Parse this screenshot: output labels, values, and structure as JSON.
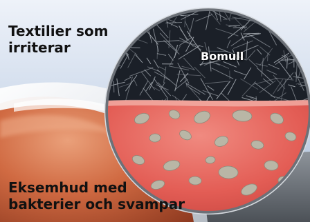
{
  "labels": {
    "textiles": "Textilier som\nirriterar",
    "cotton": "Bomull",
    "eczema": "Eksemhud med\nbakterier och svampar"
  },
  "colors": {
    "sky_top": "#e9eef7",
    "sky_bottom": "#a9bdd6",
    "skin": "#c45b35",
    "skin_light": "#e49a73",
    "fabric": "#eef0f2",
    "fibers_dark": "#1b2028",
    "fibers_light": "#c9cfd6",
    "eczema_red": "#e05a52",
    "microbe": "#b7b3a2"
  }
}
